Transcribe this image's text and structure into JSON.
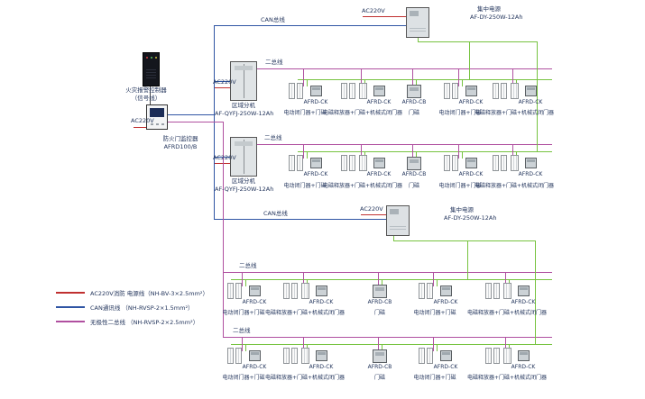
{
  "diagram": {
    "controller": {
      "line1": "火灾报警控制器",
      "line2": "（信号线）"
    },
    "monitor": {
      "power": "AC220V",
      "line1": "防火门监控器",
      "line2": "AFRD100/B"
    },
    "can_bus_label": "CAN总线",
    "two_wire_label": "二总线",
    "region_cabinet": {
      "power": "AC220V",
      "name": "区域分机",
      "model": "AF-QYFJ-250W-12Ah"
    },
    "central_power": {
      "power": "AC220V",
      "name": "集中电源",
      "model": "AF-DY-250W-12Ah"
    },
    "device_types": {
      "dk": {
        "module": "AFRD-CK",
        "desc": "电动闭门器+门磁"
      },
      "em": {
        "module": "AFRD-CK",
        "desc": "电磁释放器+门磁+机械式闭门器"
      },
      "mc": {
        "module": "AFRD-CB",
        "desc": "门磁"
      }
    },
    "rows": [
      {
        "name": "row-1",
        "groups": [
          "dk",
          "em",
          "mc",
          "dk",
          "em"
        ]
      },
      {
        "name": "row-2",
        "groups": [
          "dk",
          "em",
          "mc",
          "dk",
          "em"
        ]
      },
      {
        "name": "row-3",
        "groups": [
          "dk",
          "em",
          "mc",
          "dk",
          "em"
        ]
      },
      {
        "name": "row-4",
        "groups": [
          "dk",
          "em",
          "mc",
          "dk",
          "em"
        ]
      }
    ],
    "legend": [
      {
        "color": "#c03030",
        "label": "AC220V消防 电源线（NH-BV-3×2.5mm²）"
      },
      {
        "color": "#2f55a4",
        "label": "CAN通讯线 （NH-RVSP-2×1.5mm²）"
      },
      {
        "color": "#b050a0",
        "label": "无极性二总线 （NH-RVSP-2×2.5mm²）"
      }
    ],
    "colors": {
      "power": "#c03030",
      "can": "#2f55a4",
      "two_wire": "#b050a0",
      "dc_power": "#77c340"
    }
  }
}
